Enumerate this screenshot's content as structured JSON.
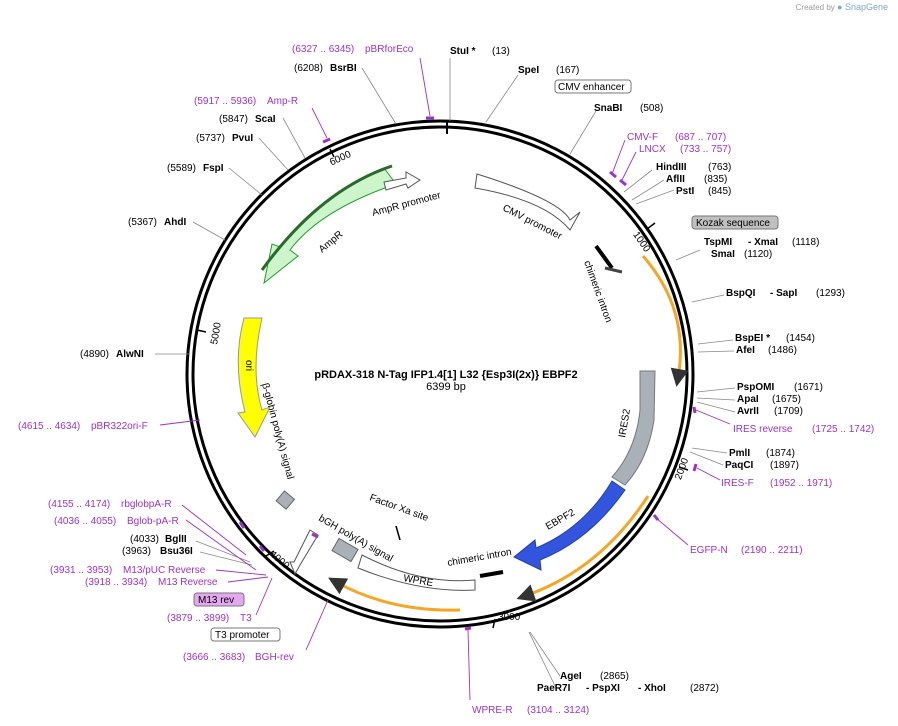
{
  "branding": {
    "created_by": "Created by",
    "app": "SnapGene"
  },
  "plasmid": {
    "name": "pRDAX-318    N-Tag IFP1.4[1] L32 {Esp3I(2x)} EBPF2",
    "size": "6399 bp"
  },
  "ticks": [
    "1000",
    "2000",
    "3000",
    "4000",
    "5000",
    "6000"
  ],
  "colors": {
    "primer": "#9933cc",
    "enzyme": "#000000",
    "orange": "#f5a623",
    "green": "#ccf5cc",
    "blue": "#3355dd",
    "yellow": "#ffff00",
    "gray": "#aab0b8",
    "boxed": "#e4a8f0"
  },
  "enzymes": [
    {
      "name": "StuI *",
      "pos": "(13)"
    },
    {
      "name": "SpeI",
      "pos": "(167)"
    },
    {
      "name": "SnaBI",
      "pos": "(508)"
    },
    {
      "name": "HindIII",
      "pos": "(763)"
    },
    {
      "name": "AflII",
      "pos": "(835)"
    },
    {
      "name": "PstI",
      "pos": "(845)"
    },
    {
      "name": "TspMI",
      "name2": "XmaI",
      "pos": "(1118)"
    },
    {
      "name": "SmaI",
      "pos": "(1120)"
    },
    {
      "name": "BspQI",
      "name2": "SapI",
      "pos": "(1293)"
    },
    {
      "name": "BspEI *",
      "pos": "(1454)"
    },
    {
      "name": "AfeI",
      "pos": "(1486)"
    },
    {
      "name": "PspOMI",
      "pos": "(1671)"
    },
    {
      "name": "ApaI",
      "pos": "(1675)"
    },
    {
      "name": "AvrII",
      "pos": "(1709)"
    },
    {
      "name": "PmlI",
      "pos": "(1874)"
    },
    {
      "name": "PaqCI",
      "pos": "(1897)"
    },
    {
      "name": "AgeI",
      "pos": "(2865)"
    },
    {
      "name": "PaeR7I",
      "name2": "PspXI",
      "name3": "XhoI",
      "pos": "(2872)"
    },
    {
      "name": "BglII",
      "pos": "(4033)"
    },
    {
      "name": "Bsu36I",
      "pos": "(3963)"
    },
    {
      "name": "AlwNI",
      "pos": "(4890)"
    },
    {
      "name": "AhdI",
      "pos": "(5367)"
    },
    {
      "name": "FspI",
      "pos": "(5589)"
    },
    {
      "name": "PvuI",
      "pos": "(5737)"
    },
    {
      "name": "ScaI",
      "pos": "(5847)"
    },
    {
      "name": "BsrBI",
      "pos": "(6208)"
    }
  ],
  "primers": [
    {
      "name": "pBRforEco",
      "range": "(6327 .. 6345)"
    },
    {
      "name": "Amp-R",
      "range": "(5917 .. 5936)"
    },
    {
      "name": "CMV-F",
      "range": "(687 .. 707)"
    },
    {
      "name": "LNCX",
      "range": "(733 .. 757)"
    },
    {
      "name": "IRES reverse",
      "range": "(1725 .. 1742)"
    },
    {
      "name": "IRES-F",
      "range": "(1952 .. 1971)"
    },
    {
      "name": "EGFP-N",
      "range": "(2190 .. 2211)"
    },
    {
      "name": "WPRE-R",
      "range": "(3104 .. 3124)"
    },
    {
      "name": "BGH-rev",
      "range": "(3666 .. 3683)"
    },
    {
      "name": "T3",
      "range": "(3879 .. 3899)"
    },
    {
      "name": "M13 Reverse",
      "range": "(3918 .. 3934)"
    },
    {
      "name": "M13/pUC Reverse",
      "range": "(3931 .. 3953)"
    },
    {
      "name": "Bglob-pA-R",
      "range": "(4036 .. 4055)"
    },
    {
      "name": "rbglobpA-R",
      "range": "(4155 .. 4174)"
    },
    {
      "name": "pBR322ori-F",
      "range": "(4615 .. 4634)"
    }
  ],
  "outer_features": [
    "CMV enhancer",
    "Kozak sequence",
    "M13 rev",
    "T3 promoter"
  ],
  "inner_features": [
    "CMV promoter",
    "chimeric intron",
    "IRES2",
    "EBPF2",
    "chimeric intron",
    "WPRE",
    "bGH poly(A) signal",
    "Factor Xa site",
    "β-globin poly(A) signal",
    "ori",
    "AmpR",
    "AmpR promoter"
  ]
}
